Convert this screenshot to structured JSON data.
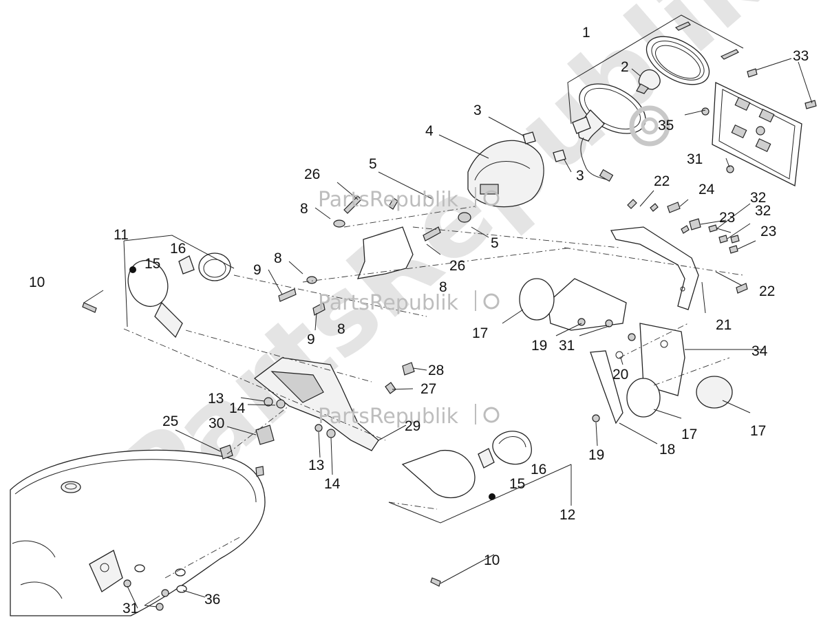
{
  "watermark": {
    "diagonal_text": "PartsRepublik",
    "inline_text": "PartsRepublik"
  },
  "callouts": [
    "1",
    "2",
    "3",
    "3",
    "4",
    "5",
    "5",
    "26",
    "26",
    "8",
    "8",
    "8",
    "8",
    "9",
    "9",
    "10",
    "10",
    "11",
    "12",
    "13",
    "13",
    "14",
    "14",
    "15",
    "15",
    "16",
    "16",
    "17",
    "17",
    "17",
    "18",
    "19",
    "19",
    "20",
    "21",
    "22",
    "22",
    "23",
    "23",
    "24",
    "25",
    "27",
    "28",
    "29",
    "30",
    "31",
    "31",
    "31",
    "32",
    "32",
    "33",
    "34",
    "35",
    "36"
  ]
}
